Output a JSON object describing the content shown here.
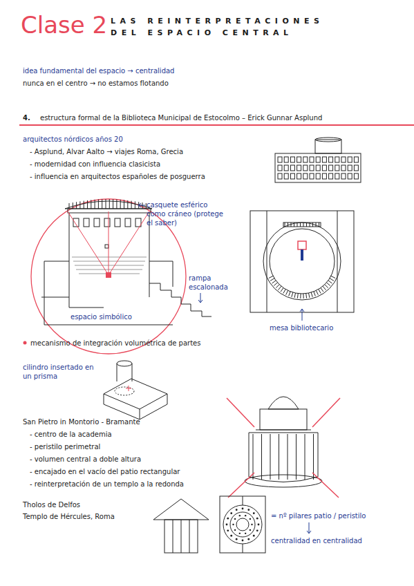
{
  "diagram": {
    "title": "Clase 2",
    "labels": [
      "LAS REINTERPRETACIONES",
      "DEL ESPACIO CENTRAL",
      "idea fundamental del espacio → centralidad",
      "nunca en el centro → no estamos flotando",
      "4.",
      "estructura formal de la Biblioteca Municipal de Estocolmo – Erick Gunnar Asplund",
      "arquitectos nórdicos años 20",
      "- Asplund, Alvar Aalto → viajes Roma, Grecia",
      "- modernidad con influencia clasicista",
      "- influencia en arquitectos españoles de posguerra",
      "casquete esférico como cráneo (protege el saber)",
      "rampa escalonada",
      "espacio simbólico",
      "mesa bibliotecario",
      "mecanismo de integración volumétrica de partes",
      "cilindro insertado en un prisma",
      "San Pietro in Montorio - Bramante",
      "- centro de la academia",
      "- peristilo perimetral",
      "- volumen central a doble altura",
      "- encajado en el vacío del patio rectangular",
      "- reinterpretación de un templo a la redonda",
      "Tholos de Delfos",
      "Templo de Hércules, Roma",
      "= nº pilares patio / peristilo",
      "centralidad en centralidad"
    ]
  }
}
